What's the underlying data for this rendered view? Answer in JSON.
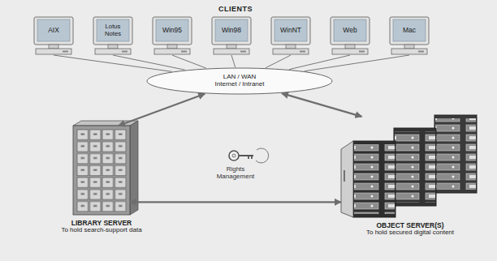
{
  "diagram": {
    "title": "CLIENTS",
    "nodes": [
      {
        "text": [
          "AIX"
        ]
      },
      {
        "text": [
          "Lotus Notes"
        ]
      },
      {
        "text": [
          "Win95"
        ]
      },
      {
        "text": [
          "Win98"
        ]
      },
      {
        "text": [
          "WinNT"
        ]
      },
      {
        "text": [
          "Web"
        ]
      },
      {
        "text": [
          "Mac"
        ]
      },
      {
        "text": [
          "LAN / WAN",
          "Internet / Intranet"
        ]
      },
      {
        "text": [
          "LIBRARY SERVER",
          "To hold search-support data"
        ]
      },
      {
        "text": [
          "OBJECT SERVER(S)",
          "To hold secured digital content"
        ]
      }
    ],
    "edges": [
      {
        "from": 0,
        "to": 7,
        "arrow": "none"
      },
      {
        "from": 1,
        "to": 7,
        "arrow": "none"
      },
      {
        "from": 2,
        "to": 7,
        "arrow": "none"
      },
      {
        "from": 3,
        "to": 7,
        "arrow": "none"
      },
      {
        "from": 4,
        "to": 7,
        "arrow": "none"
      },
      {
        "from": 5,
        "to": 7,
        "arrow": "none"
      },
      {
        "from": 6,
        "to": 7,
        "arrow": "none"
      },
      {
        "from": 7,
        "to": 8,
        "arrow": "both"
      },
      {
        "from": 7,
        "to": 9,
        "arrow": "both"
      },
      {
        "from": 8,
        "to": 9,
        "label": "Rights Management",
        "arrow": "both"
      }
    ]
  }
}
